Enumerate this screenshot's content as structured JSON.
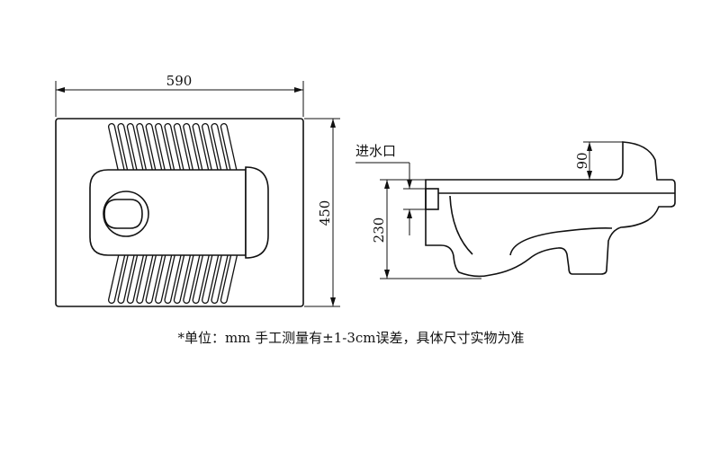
{
  "top_view": {
    "width_label": "590",
    "depth_label": "450",
    "rib_count": 13
  },
  "side_view": {
    "inlet_label": "进水口",
    "height_label": "230",
    "rear_height_label": "90"
  },
  "caption": "*单位：mm   手工测量有±1-3cm误差，具体尺寸实物为准"
}
